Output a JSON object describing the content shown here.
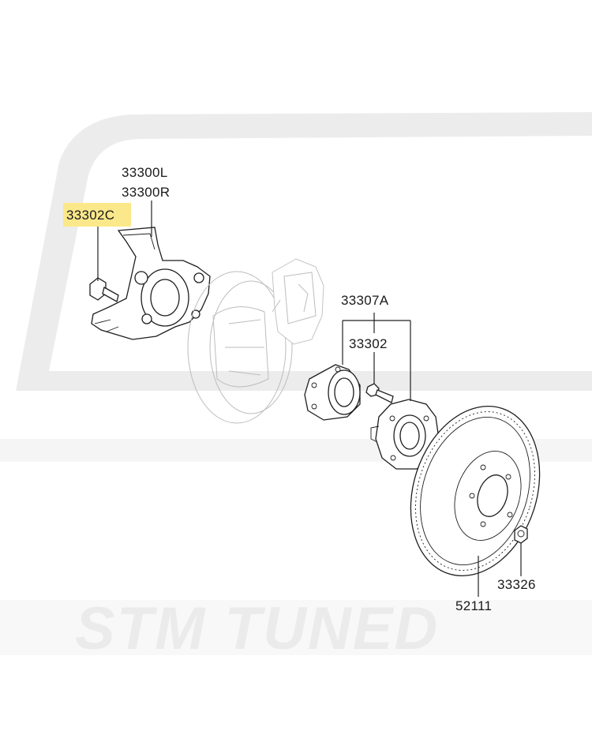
{
  "watermark": {
    "brand": "STM TUNED"
  },
  "highlight_color": "#fbe88a",
  "labels": {
    "knuckle_left": "33300L",
    "knuckle_right": "33300R",
    "knuckle_bolt": "33302C",
    "hub_assembly": "33307A",
    "hub_bolt": "33302",
    "rotor_screw": "33326",
    "brake_rotor": "52111"
  }
}
